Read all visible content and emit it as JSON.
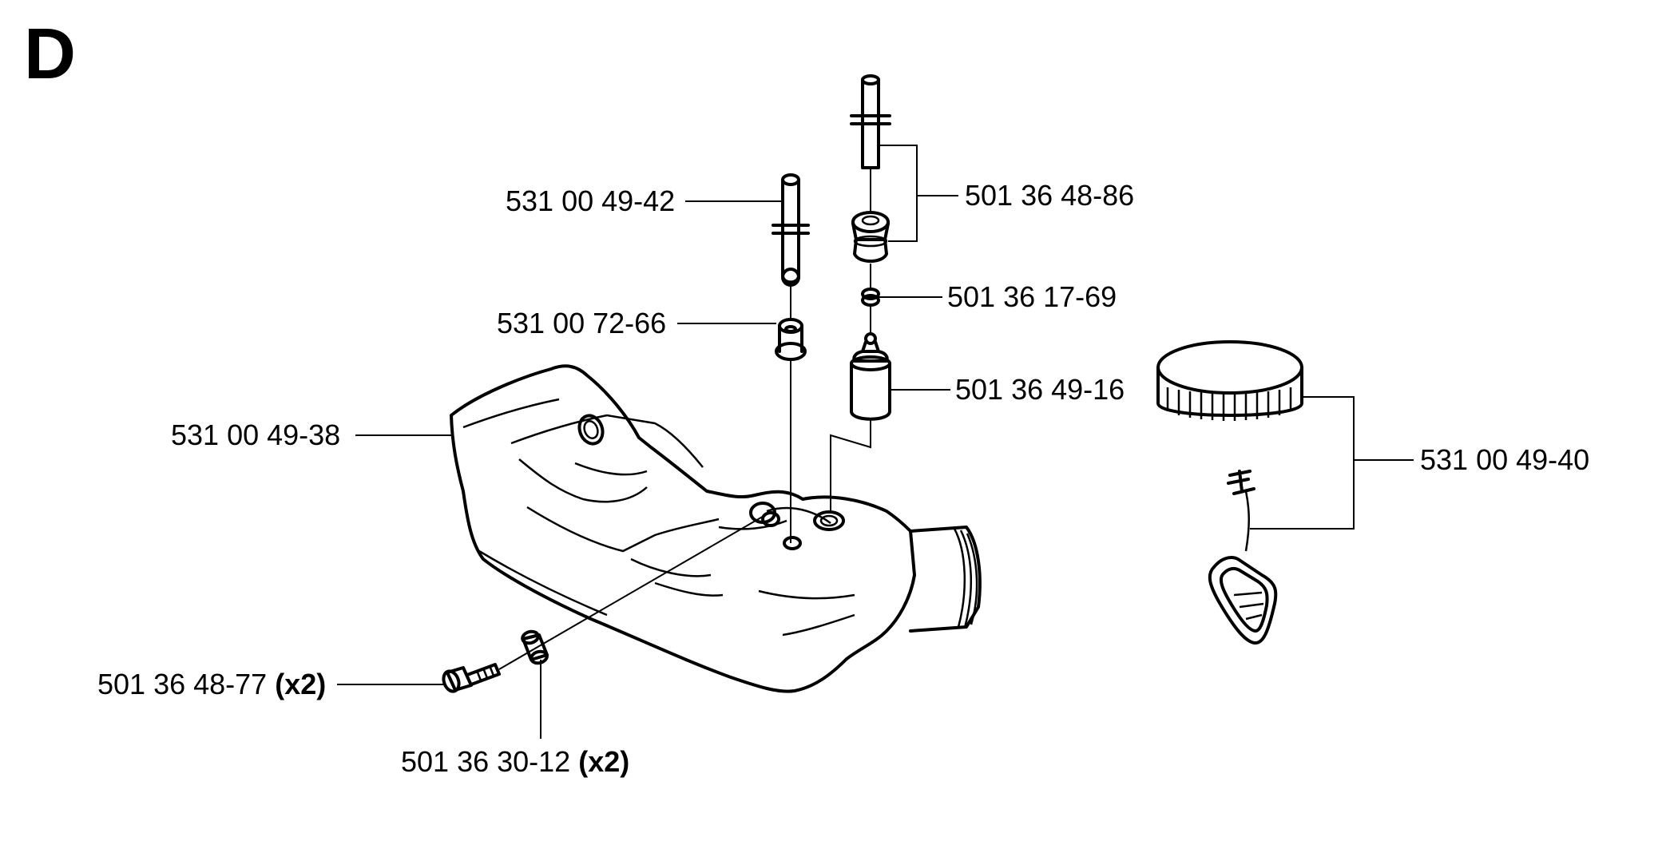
{
  "section": "D",
  "parts": {
    "fuel_hose": {
      "number": "531 00 49-42",
      "qty": ""
    },
    "fuel_pickup_hose": {
      "number": "501 36 48-86",
      "qty": ""
    },
    "grommet": {
      "number": "531 00 72-66",
      "qty": ""
    },
    "hose_clip": {
      "number": "501 36 17-69",
      "qty": ""
    },
    "fuel_filter": {
      "number": "501 36 49-16",
      "qty": ""
    },
    "fuel_tank": {
      "number": "531 00 49-38",
      "qty": ""
    },
    "fuel_cap": {
      "number": "531 00 49-40",
      "qty": ""
    },
    "screw": {
      "number": "501 36 48-77",
      "qty": "(x2)"
    },
    "spacer": {
      "number": "501 36 30-12",
      "qty": "(x2)"
    }
  }
}
